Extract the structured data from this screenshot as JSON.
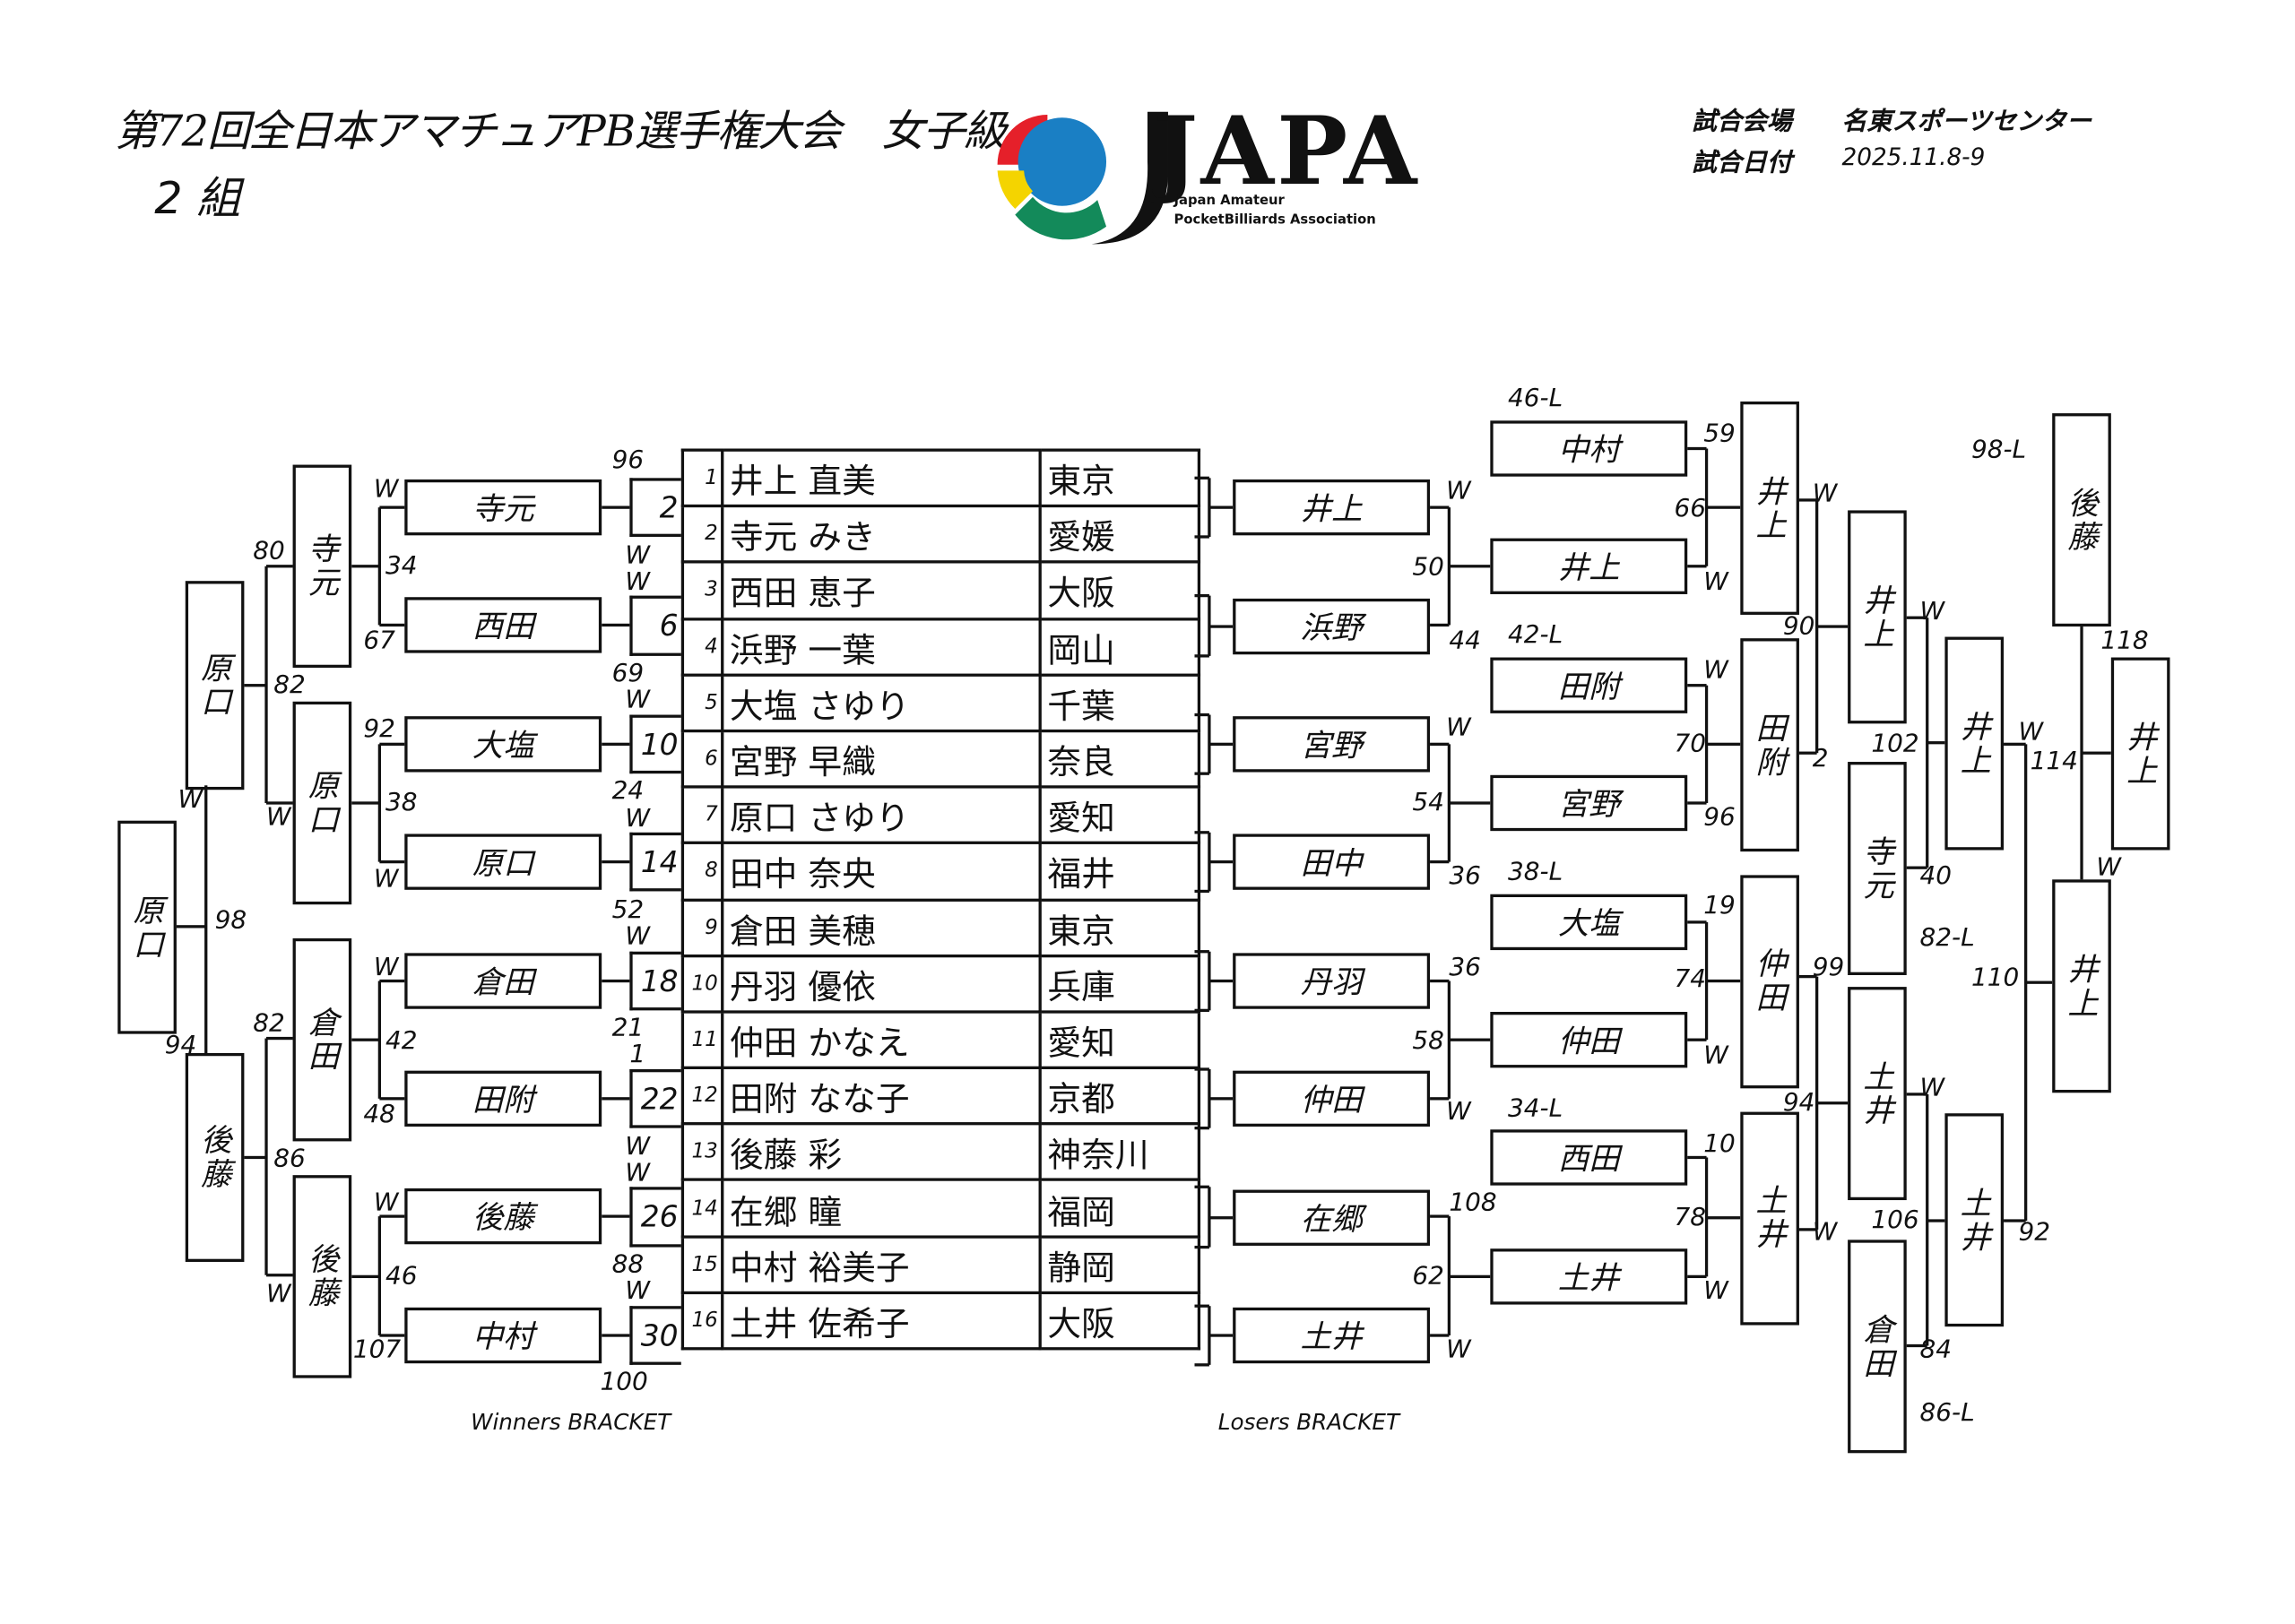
{
  "header": {
    "title": "第72回全日本アマチュアPB選手権大会　女子級",
    "group": "2 組",
    "venue_label": "試合会場",
    "venue": "名東スポーツセンター",
    "date_label": "試合日付",
    "date": "2025.11.8-9"
  },
  "logo": {
    "wordmark": "JAPA",
    "line1": "Japan Amateur",
    "line2": "PocketBilliards Association",
    "colors": [
      "#e5202a",
      "#1a7fc4",
      "#f4d400",
      "#138a5a"
    ]
  },
  "entrants": [
    {
      "seed": "1",
      "name": "井上 直美",
      "pref": "東京"
    },
    {
      "seed": "2",
      "name": "寺元 みき",
      "pref": "愛媛"
    },
    {
      "seed": "3",
      "name": "西田 恵子",
      "pref": "大阪"
    },
    {
      "seed": "4",
      "name": "浜野 一葉",
      "pref": "岡山"
    },
    {
      "seed": "5",
      "name": "大塩 さゆり",
      "pref": "千葉"
    },
    {
      "seed": "6",
      "name": "宮野 早織",
      "pref": "奈良"
    },
    {
      "seed": "7",
      "name": "原口 さゆり",
      "pref": "愛知"
    },
    {
      "seed": "8",
      "name": "田中 奈央",
      "pref": "福井"
    },
    {
      "seed": "9",
      "name": "倉田 美穂",
      "pref": "東京"
    },
    {
      "seed": "10",
      "name": "丹羽 優依",
      "pref": "兵庫"
    },
    {
      "seed": "11",
      "name": "仲田 かなえ",
      "pref": "愛知"
    },
    {
      "seed": "12",
      "name": "田附 なな子",
      "pref": "京都"
    },
    {
      "seed": "13",
      "name": "後藤 彩",
      "pref": "神奈川"
    },
    {
      "seed": "14",
      "name": "在郷 瞳",
      "pref": "福岡"
    },
    {
      "seed": "15",
      "name": "中村 裕美子",
      "pref": "静岡"
    },
    {
      "seed": "16",
      "name": "土井 佐希子",
      "pref": "大阪"
    }
  ],
  "winners_bracket": {
    "caption": "Winners BRACKET",
    "match_numbers": [
      "2",
      "6",
      "10",
      "14",
      "18",
      "22",
      "26",
      "30"
    ],
    "boxes": [
      "寺元",
      "西田",
      "大塩",
      "原口",
      "倉田",
      "田附",
      "後藤",
      "中村",
      "寺元",
      "原口",
      "倉田",
      "後藤",
      "原口",
      "後藤",
      "原口"
    ],
    "labels": [
      "96",
      "W",
      "W",
      "69",
      "W",
      "24",
      "W",
      "52",
      "W",
      "21",
      "1",
      "W",
      "W",
      "88",
      "W",
      "100",
      "W",
      "34",
      "67",
      "92",
      "38",
      "W",
      "W",
      "42",
      "48",
      "W",
      "46",
      "107",
      "80",
      "82",
      "W",
      "82",
      "86",
      "W",
      "W",
      "98",
      "94"
    ]
  },
  "losers_bracket": {
    "caption": "Losers BRACKET",
    "boxes": [
      "井上",
      "浜野",
      "宮野",
      "田中",
      "丹羽",
      "仲田",
      "在郷",
      "土井",
      "中村",
      "井上",
      "田附",
      "宮野",
      "大塩",
      "仲田",
      "西田",
      "土井",
      "井上",
      "田附",
      "仲田",
      "土井",
      "井上",
      "寺元",
      "土井",
      "倉田",
      "井上",
      "土井",
      "井上",
      "後藤",
      "井上"
    ],
    "labels": [
      "W",
      "50",
      "44",
      "W",
      "54",
      "36",
      "36",
      "58",
      "W",
      "108",
      "62",
      "W",
      "46-L",
      "42-L",
      "38-L",
      "34-L",
      "59",
      "66",
      "W",
      "W",
      "70",
      "96",
      "19",
      "74",
      "W",
      "10",
      "78",
      "W",
      "W",
      "90",
      "2",
      "99",
      "94",
      "W",
      "82-L",
      "86-L",
      "W",
      "102",
      "40",
      "W",
      "106",
      "84",
      "W",
      "110",
      "92",
      "98-L",
      "118",
      "114",
      "W"
    ]
  }
}
